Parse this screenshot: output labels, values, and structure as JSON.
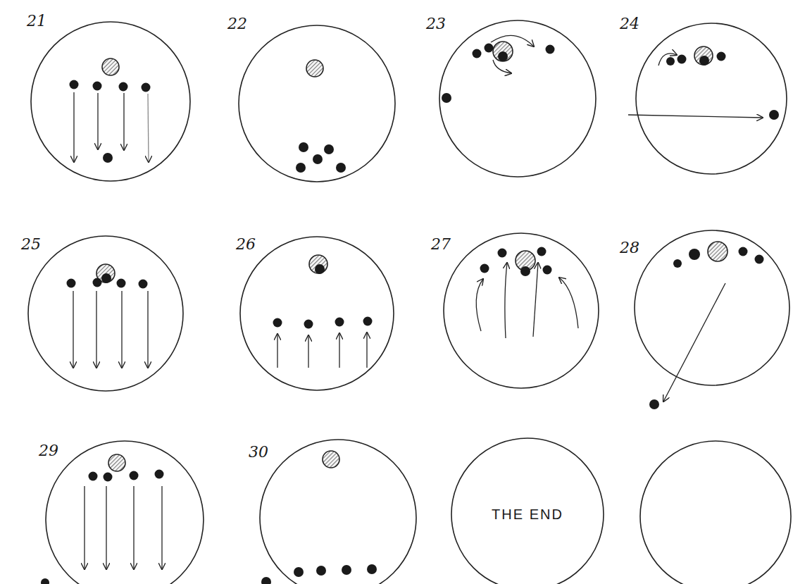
{
  "diagram": {
    "nodes": [
      {
        "text": [
          "21"
        ]
      },
      {
        "text": [
          "22"
        ]
      },
      {
        "text": [
          "23"
        ]
      },
      {
        "text": [
          "24"
        ]
      },
      {
        "text": [
          "25"
        ]
      },
      {
        "text": [
          "26"
        ]
      },
      {
        "text": [
          "27"
        ]
      },
      {
        "text": [
          "28"
        ]
      },
      {
        "text": [
          "29"
        ]
      },
      {
        "text": [
          "30"
        ]
      },
      {
        "text": [
          "THE END"
        ]
      }
    ],
    "edges": []
  }
}
